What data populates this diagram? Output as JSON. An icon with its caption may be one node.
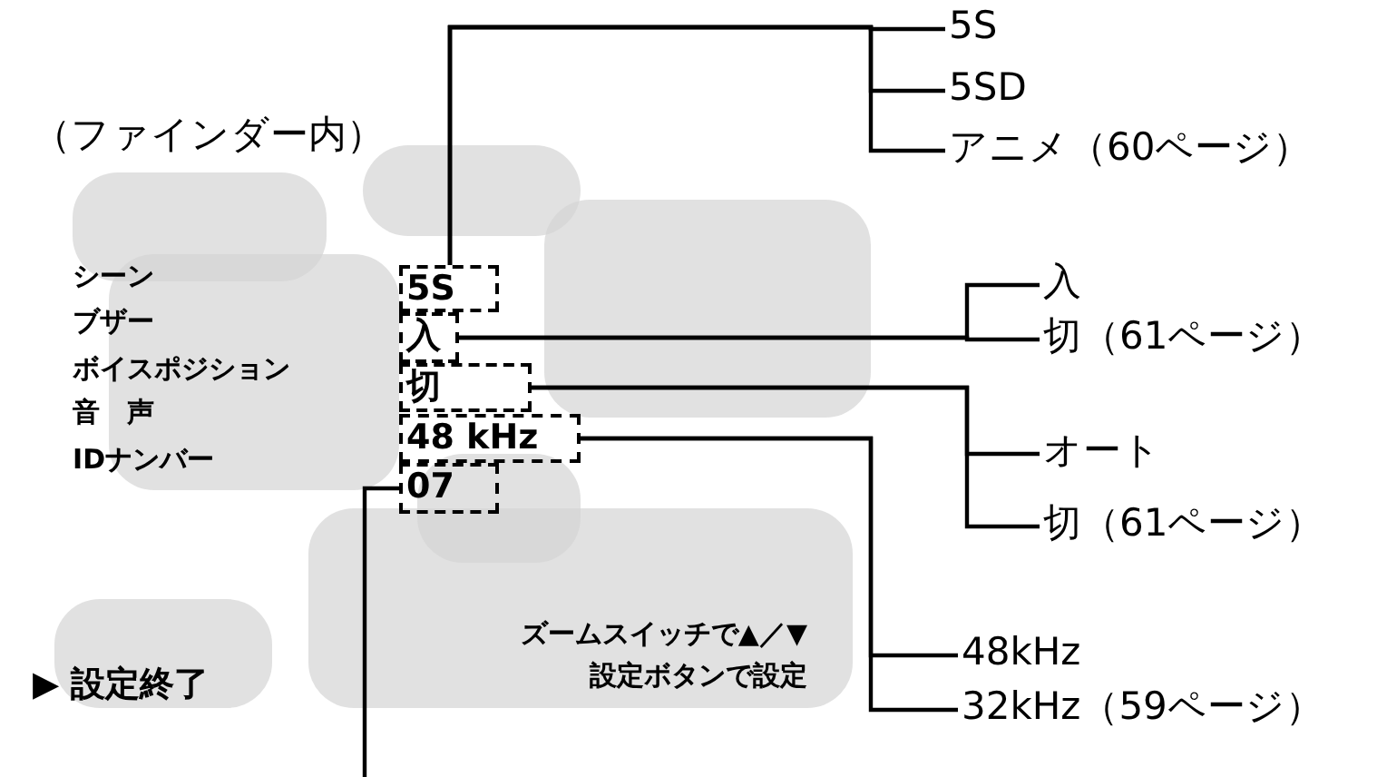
{
  "diagram": {
    "nodes": [
      {
        "text": [
          "5S"
        ]
      },
      {
        "text": [
          "入"
        ]
      },
      {
        "text": [
          "切"
        ]
      },
      {
        "text": [
          "48 kHz"
        ]
      },
      {
        "text": [
          "07"
        ]
      },
      {
        "text": [
          "5S"
        ]
      },
      {
        "text": [
          "5SD"
        ]
      },
      {
        "text": [
          "アニメ（60ページ）"
        ]
      },
      {
        "text": [
          "入"
        ]
      },
      {
        "text": [
          "切（61ページ）"
        ]
      },
      {
        "text": [
          "オート"
        ]
      },
      {
        "text": [
          "切（61ページ）"
        ]
      },
      {
        "text": [
          "48kHz"
        ]
      },
      {
        "text": [
          "32kHz（59ページ）"
        ]
      }
    ],
    "edges": [
      {
        "from": 0,
        "to": 5,
        "arrow": "none"
      },
      {
        "from": 0,
        "to": 6,
        "arrow": "none"
      },
      {
        "from": 0,
        "to": 7,
        "arrow": "none"
      },
      {
        "from": 1,
        "to": 8,
        "arrow": "none"
      },
      {
        "from": 1,
        "to": 9,
        "arrow": "none"
      },
      {
        "from": 2,
        "to": 10,
        "arrow": "none"
      },
      {
        "from": 2,
        "to": 11,
        "arrow": "none"
      },
      {
        "from": 3,
        "to": 12,
        "arrow": "none"
      },
      {
        "from": 3,
        "to": 13,
        "arrow": "none"
      },
      {
        "from": 4,
        "to": null,
        "arrow": "none"
      }
    ],
    "labels": [
      "（ファインダー内）",
      "シーン",
      "ブザー",
      "ボイスポジション",
      "音　声",
      "IDナンバー",
      "▶ 設定終了",
      "ズームスイッチで▲／▼ 設定ボタンで設定"
    ]
  }
}
